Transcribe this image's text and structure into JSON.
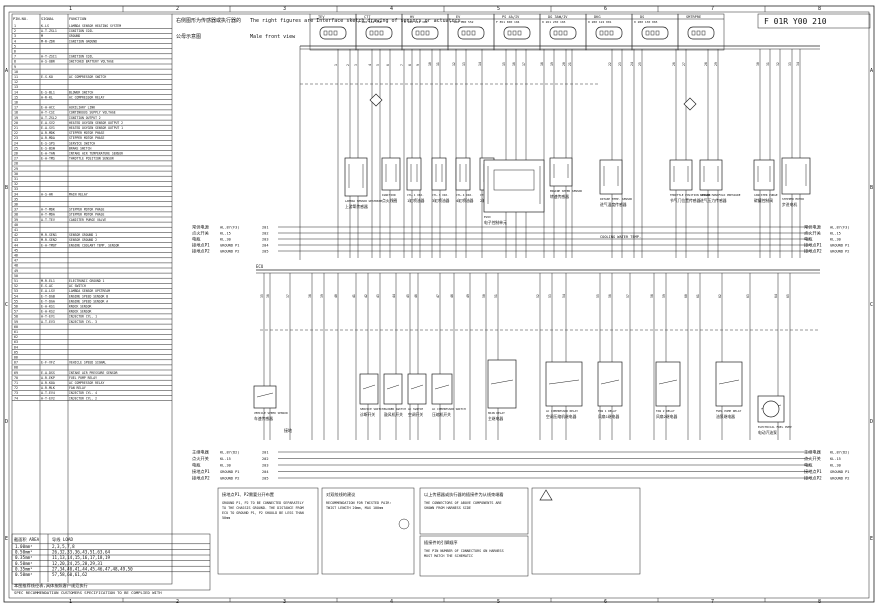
{
  "title_block": {
    "code": "F 01R Y00 210"
  },
  "header_note": {
    "en": "The right figures are Interface sketch drawing of sensors or actuators.",
    "scale": "Male front view"
  },
  "grid": {
    "cols": [
      "1",
      "2",
      "3",
      "4",
      "5",
      "6",
      "7",
      "8"
    ],
    "rows": [
      "A",
      "B",
      "C",
      "D",
      "E"
    ]
  },
  "connectors": [
    {
      "name": "TEV",
      "code": ""
    },
    {
      "name": "CTT",
      "code": "F 000 182 158"
    },
    {
      "name": "HV",
      "code": "0 280 142 300"
    },
    {
      "name": "EV",
      "code": "F 000 000 552"
    },
    {
      "name": "PS 4A/IV",
      "code": "F 851 K00 104"
    },
    {
      "name": "DG 3AW/IV",
      "code": "0 261 230 165"
    },
    {
      "name": "DKG",
      "code": "0 280 122 001"
    },
    {
      "name": "DS",
      "code": "0 280 130 065"
    },
    {
      "name": "SMTRPRE",
      "code": ""
    }
  ],
  "pin_table": {
    "headers": [
      "PIN-NO.",
      "SIGNAL",
      "FUNCTION"
    ],
    "rows": [
      [
        "1",
        "K-LS",
        "LAMBDA SENSOR HEATING SYSTEM"
      ],
      [
        "2",
        "A-T-ZSL1",
        "IGNITION COIL"
      ],
      [
        "3",
        "M",
        "GROUND"
      ],
      [
        "4",
        "M-R-ZDR",
        "IGNITION GROUND"
      ],
      [
        "5",
        "",
        ""
      ],
      [
        "6",
        "",
        ""
      ],
      [
        "7",
        "A-T-ZSI1",
        "IGNITION COIL"
      ],
      [
        "8",
        "A-S-UBR",
        "SWITCHED BATTERY VOLTAGE"
      ],
      [
        "9",
        "",
        ""
      ],
      [
        "10",
        "",
        ""
      ],
      [
        "11",
        "E-S-KO",
        "AC COMPRESSOR SWITCH"
      ],
      [
        "12",
        "",
        ""
      ],
      [
        "13",
        "",
        ""
      ],
      [
        "14",
        "E-S-BL1",
        "BLOWER SWITCH"
      ],
      [
        "15",
        "A-R-KL",
        "AC COMPRESSOR RELAY"
      ],
      [
        "16",
        "",
        ""
      ],
      [
        "17",
        "E-A-ACC",
        "AUXILIARY LINK"
      ],
      [
        "18",
        "A-T-CSI",
        "CONTINUOUS SUPPLY VOLTAGE"
      ],
      [
        "19",
        "A-T-ZSL2",
        "IGNITION OUTPUT 2"
      ],
      [
        "20",
        "E-A-SV2",
        "HEATED OXYGEN SENSOR OUTPUT 2"
      ],
      [
        "21",
        "E-A-SV1",
        "HEATED OXYGEN SENSOR OUTPUT 1"
      ],
      [
        "22",
        "A-R-MDK",
        "STEPPER MOTOR PHASE"
      ],
      [
        "23",
        "A-R-MDA",
        "STEPPER MOTOR PHASE"
      ],
      [
        "24",
        "E-S-SPS",
        "SERVICE SWITCH"
      ],
      [
        "25",
        "E-S-BSW",
        "BRAKE SWITCH"
      ],
      [
        "26",
        "E-A-TAN",
        "INTAKE AIR TEMPERATURE SENSOR"
      ],
      [
        "27",
        "E-A-TMS",
        "THROTTLE POSITION SENSOR"
      ],
      [
        "28",
        "",
        ""
      ],
      [
        "29",
        "",
        ""
      ],
      [
        "30",
        "",
        ""
      ],
      [
        "31",
        "",
        ""
      ],
      [
        "32",
        "",
        ""
      ],
      [
        "33",
        "",
        ""
      ],
      [
        "34",
        "A-S-HR",
        "MAIN RELAY"
      ],
      [
        "35",
        "",
        ""
      ],
      [
        "36",
        "",
        ""
      ],
      [
        "37",
        "A-T-MDK",
        "STEPPER MOTOR PHASE"
      ],
      [
        "38",
        "A-T-MDA",
        "STEPPER MOTOR PHASE"
      ],
      [
        "39",
        "A-T-TEV",
        "CANISTER PURGE VALVE"
      ],
      [
        "40",
        "",
        ""
      ],
      [
        "41",
        "",
        ""
      ],
      [
        "42",
        "M-R-SEN1",
        "SENSOR GROUND 1"
      ],
      [
        "43",
        "M-R-SEN2",
        "SENSOR GROUND 2"
      ],
      [
        "44",
        "E-A-TMOT",
        "ENGINE COOLANT TEMP. SENSOR"
      ],
      [
        "45",
        "",
        ""
      ],
      [
        "46",
        "",
        ""
      ],
      [
        "47",
        "",
        ""
      ],
      [
        "48",
        "",
        ""
      ],
      [
        "49",
        "",
        ""
      ],
      [
        "50",
        "",
        ""
      ],
      [
        "51",
        "M-R-EL1",
        "ELECTRONIC GROUND 1"
      ],
      [
        "52",
        "E-S-AC",
        "AC SWITCH"
      ],
      [
        "53",
        "E-A-LSV",
        "LAMBDA SENSOR UPSTREAM"
      ],
      [
        "54",
        "E-T-DGB",
        "ENGINE SPEED SENSOR B"
      ],
      [
        "55",
        "E-T-DGA",
        "ENGINE SPEED SENSOR A"
      ],
      [
        "56",
        "E-A-KS1",
        "KNOCK SENSOR"
      ],
      [
        "57",
        "E-A-KS2",
        "KNOCK SENSOR"
      ],
      [
        "58",
        "A-T-EV1",
        "INJECTOR CYL. 1"
      ],
      [
        "59",
        "A-T-EV3",
        "INJECTOR CYL. 3"
      ],
      [
        "60",
        "",
        ""
      ],
      [
        "61",
        "",
        ""
      ],
      [
        "62",
        "",
        ""
      ],
      [
        "63",
        "",
        ""
      ],
      [
        "64",
        "",
        ""
      ],
      [
        "65",
        "",
        ""
      ],
      [
        "66",
        "",
        ""
      ],
      [
        "67",
        "E-F-VFZ",
        "VEHICLE SPEED SIGNAL"
      ],
      [
        "68",
        "",
        ""
      ],
      [
        "69",
        "E-A-DSS",
        "INTAKE AIR PRESSURE SENSOR"
      ],
      [
        "70",
        "A-R-EKP",
        "FUEL PUMP RELAY"
      ],
      [
        "71",
        "A-R-KOA",
        "AC COMPRESSOR RELAY"
      ],
      [
        "72",
        "A-R-MLK",
        "FAN RELAY"
      ],
      [
        "73",
        "A-T-EV4",
        "INJECTOR CYL. 4"
      ],
      [
        "74",
        "A-T-EV2",
        "INJECTOR CYL. 2"
      ]
    ]
  },
  "wire_table": {
    "headers": [
      "截面积 AREA",
      "导线 LOAD"
    ],
    "rows": [
      [
        "1.00mm²",
        "2,3,5,7,8"
      ],
      [
        "0.50mm²",
        "26,32,33,36,43,51,63,64"
      ],
      [
        "0.35mm²",
        "11,13,14,15,16,17,18,19"
      ],
      [
        "0.50mm²",
        "12,20,24,25,28,29,31"
      ],
      [
        "0.35mm²",
        "27,34,40,41,44,45,46,47,48,49,50"
      ],
      [
        "0.50mm²",
        "57,58,60,61,62"
      ]
    ],
    "note_cn": "本图推荐线径表,具体按照客户规范执行",
    "note_en": "SPEC RECOMMENDATION CUSTOMERS SPECIFICATION TO BE COMPLIED WITH"
  },
  "supply_labels_top": [
    {
      "cn": "常供电源",
      "en": "AL.87(F3)",
      "num": "201"
    },
    {
      "cn": "点火开关",
      "en": "KL.15",
      "num": "202"
    },
    {
      "cn": "电瓶",
      "en": "KL.30",
      "num": "203"
    },
    {
      "cn": "接地点P1",
      "en": "GROUND P1",
      "num": "204"
    },
    {
      "cn": "接地点P2",
      "en": "GROUND P2",
      "num": "205"
    }
  ],
  "supply_labels_bottom": [
    {
      "cn": "主继电器",
      "en": "KL.87(D2)",
      "num": "201"
    },
    {
      "cn": "点火开关",
      "en": "KL.15",
      "num": "202"
    },
    {
      "cn": "电瓶",
      "en": "KL.30",
      "num": "203"
    },
    {
      "cn": "接地点P1",
      "en": "GROUND P1",
      "num": "204"
    },
    {
      "cn": "接地点P2",
      "en": "GROUND P2",
      "num": "205"
    }
  ],
  "components_top": [
    {
      "en": "LAMBDA SENSOR UPSTREAM",
      "cn": "上游氧传感器"
    },
    {
      "en": "IGNITION",
      "cn": "点火线圈"
    },
    {
      "en": "CYL.1 INJ.",
      "cn": "1缸喷油器"
    },
    {
      "en": "CYL.3 INJ.",
      "cn": "3缸喷油器"
    },
    {
      "en": "CYL.4 INJ.",
      "cn": "4缸喷油器"
    },
    {
      "en": "CYL.2 INJ.",
      "cn": "2缸喷油器"
    },
    {
      "en": "EV6X",
      "cn": "电子控制单元"
    },
    {
      "en": "ENGINE SPEED SENSOR",
      "cn": "转速传感器"
    },
    {
      "en": "INTAKE TEMP. SENSOR",
      "cn": "进气温度传感器"
    },
    {
      "en": "THROTTLE POSITION SENSOR",
      "cn": "节气门位置传感器"
    },
    {
      "en": "INTAKE MANIFOLD PRESSURE",
      "cn": "进气压力传感器"
    },
    {
      "en": "CANISTER PURGE",
      "cn": "碳罐控制阀"
    },
    {
      "en": "STEPPER MOTOR",
      "cn": "步进电机"
    }
  ],
  "components_bottom": [
    {
      "en": "VEHICLE SPEED SENSOR",
      "cn": "车速传感器"
    },
    {
      "en": "SERVICE SWITCH",
      "cn": "诊断开关"
    },
    {
      "en": "BLOWER SWITCH",
      "cn": "鼓风机开关"
    },
    {
      "en": "AC SWITCH",
      "cn": "空调开关"
    },
    {
      "en": "AC COMPRESSOR SWITCH",
      "cn": "压缩机开关"
    },
    {
      "en": "MAIN RELAY",
      "cn": "主继电器"
    },
    {
      "en": "AC COMPRESSOR RELAY",
      "cn": "空调压缩机继电器"
    },
    {
      "en": "FAN 1 RELAY",
      "cn": "风扇1继电器"
    },
    {
      "en": "FAN 2 RELAY",
      "cn": "风扇2继电器"
    },
    {
      "en": "FUEL PUMP RELAY",
      "cn": "油泵继电器"
    },
    {
      "en": "ELECTRICAL FUEL PUMP",
      "cn": "电动汽油泵"
    }
  ],
  "notes": [
    {
      "cn": "接地点P1、P2需要分开布置",
      "en": "GROUND P1, P2 TO BE CONNECTED SEPARATELY TO THE CHASSIS GROUND. THE DISTANCE FROM ECU TO GROUND P1, P2 SHOULD BE LESS THAN 50mm"
    },
    {
      "cn": "对双绞线的建议",
      "en": "RECOMMENDATION FOR TWISTED PAIR: TWIST LENGTH 20mm, MAX 100mm"
    },
    {
      "cn": "以上传感器或执行器的插接件为从线束端看",
      "en": "THE CONNECTORS OF ABOVE COMPONENTS ARE SHOWN FROM HARNESS SIDE"
    },
    {
      "cn": "插接件的引脚顺序",
      "en": "THE PIN NUMBER OF CONNECTORS ON HARNESS MUST MATCH THE SCHEMATIC"
    }
  ],
  "labels": {
    "cooling_fan": "COOLING WATER TEMP.",
    "ecu_top": "ECU",
    "ground": "接地"
  }
}
